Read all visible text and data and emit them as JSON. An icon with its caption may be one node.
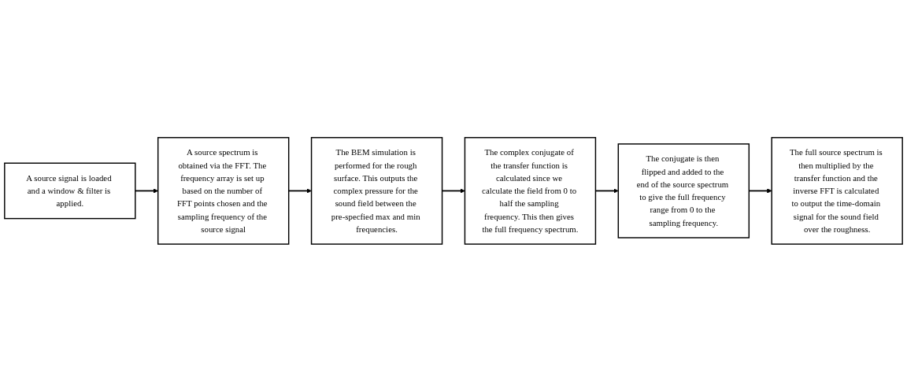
{
  "diagram": {
    "nodes": [
      {
        "text": [
          "A source signal is loaded and a window & filter is applied."
        ]
      },
      {
        "text": [
          "A source spectrum is obtained via the FFT. The frequency array is set up based on the number of FFT points chosen and the sampling frequency of the source signal"
        ]
      },
      {
        "text": [
          "The BEM simulation is performed for the rough surface. This outputs the complex pressure for the sound field between the pre-specfied max and min frequencies."
        ]
      },
      {
        "text": [
          "The complex conjugate of the transfer function is calculated since we calculate the field from 0 to half the sampling frequency. This then gives the full frequency spectrum."
        ]
      },
      {
        "text": [
          "The conjugate is then flipped and added to the end of the source spectrum to give the full frequency range from 0 to the sampling frequency."
        ]
      },
      {
        "text": [
          "The full source spectrum is then multiplied by the transfer function and the inverse FFT is calculated to output the time-domain signal for the sound field over the roughness."
        ]
      }
    ],
    "edges": [
      {
        "from": 0,
        "to": 1,
        "arrow": "to"
      },
      {
        "from": 1,
        "to": 2,
        "arrow": "to"
      },
      {
        "from": 2,
        "to": 3,
        "arrow": "to"
      },
      {
        "from": 3,
        "to": 4,
        "arrow": "to"
      },
      {
        "from": 4,
        "to": 5,
        "arrow": "to"
      }
    ]
  }
}
